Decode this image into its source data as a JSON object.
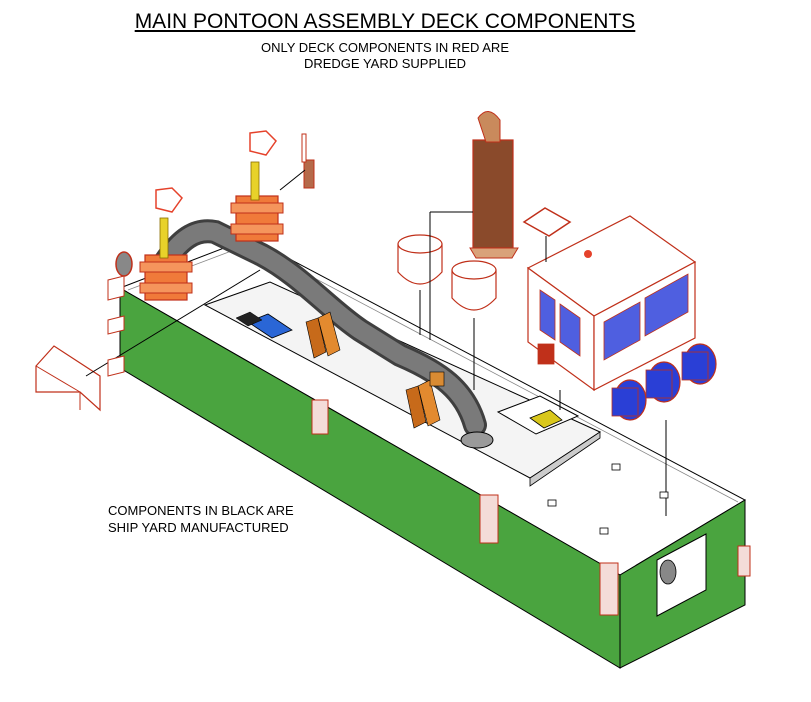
{
  "title": "MAIN PONTOON ASSEMBLY DECK COMPONENTS",
  "subtitle_line1": "ONLY DECK COMPONENTS IN RED ARE",
  "subtitle_line2": "DREDGE YARD SUPPLIED",
  "note_line1": "COMPONENTS IN BLACK ARE",
  "note_line2": "SHIP YARD MANUFACTURED",
  "colors": {
    "hull_green": "#4aa43f",
    "deck_white": "#ffffff",
    "dredge_red": "#e5422b",
    "pipe_gray": "#5a5a5a",
    "cabin_blue": "#2a3fd6",
    "muffler_brown": "#8a4a2b",
    "leader_black": "#000000"
  }
}
